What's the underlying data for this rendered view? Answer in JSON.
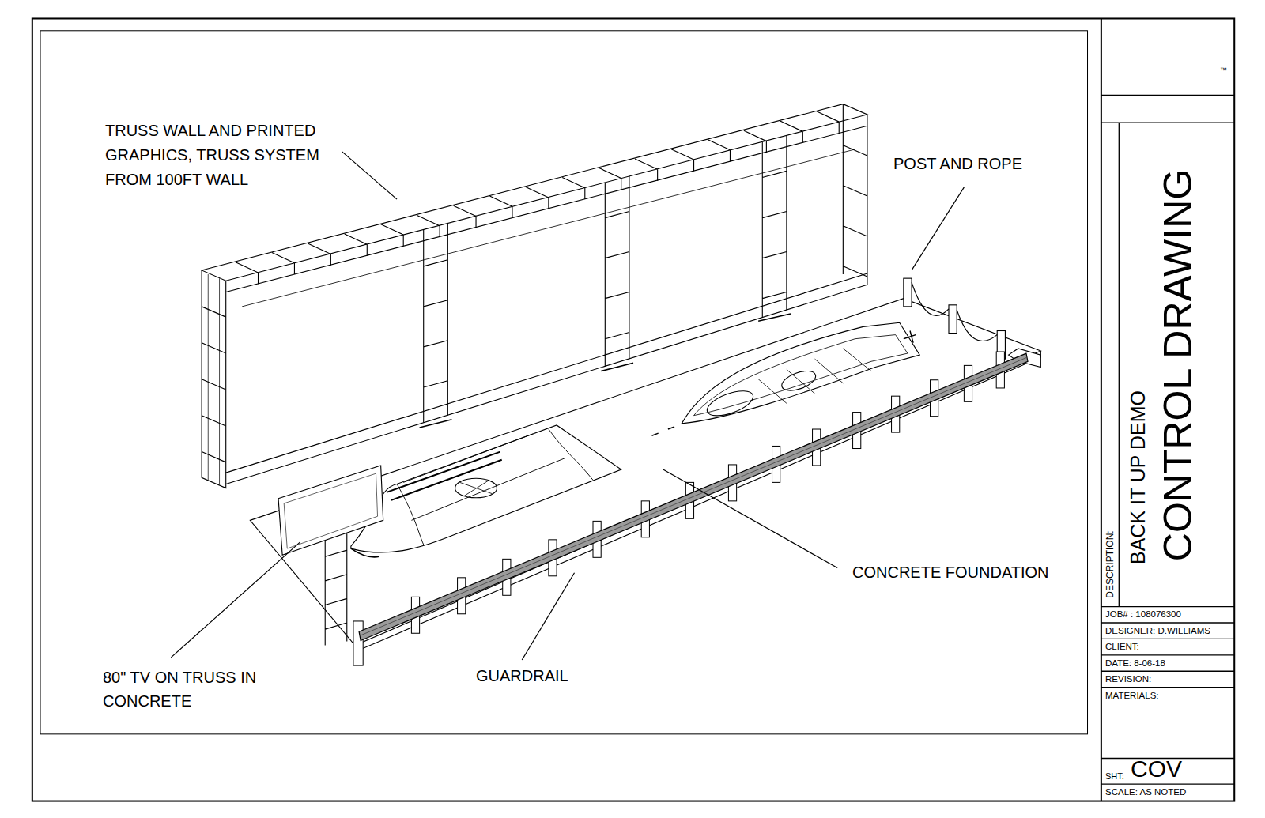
{
  "diagram": {
    "title": "CONTROL DRAWING",
    "labels": [
      "™",
      "TRUSS WALL AND PRINTED GRAPHICS, TRUSS SYSTEM FROM 100FT WALL",
      "POST AND ROPE",
      "CONCRETE FOUNDATION",
      "80\" TV ON TRUSS IN CONCRETE",
      "GUARDRAIL",
      "DESCRIPTION:",
      "BACK IT UP DEMO",
      "JOB# : 108076300",
      "DESIGNER: D.WILLIAMS",
      "CLIENT:",
      "DATE: 8-06-18",
      "REVISION:",
      "MATERIALS:",
      "SHT:",
      "COV",
      "SCALE: AS NOTED"
    ]
  }
}
